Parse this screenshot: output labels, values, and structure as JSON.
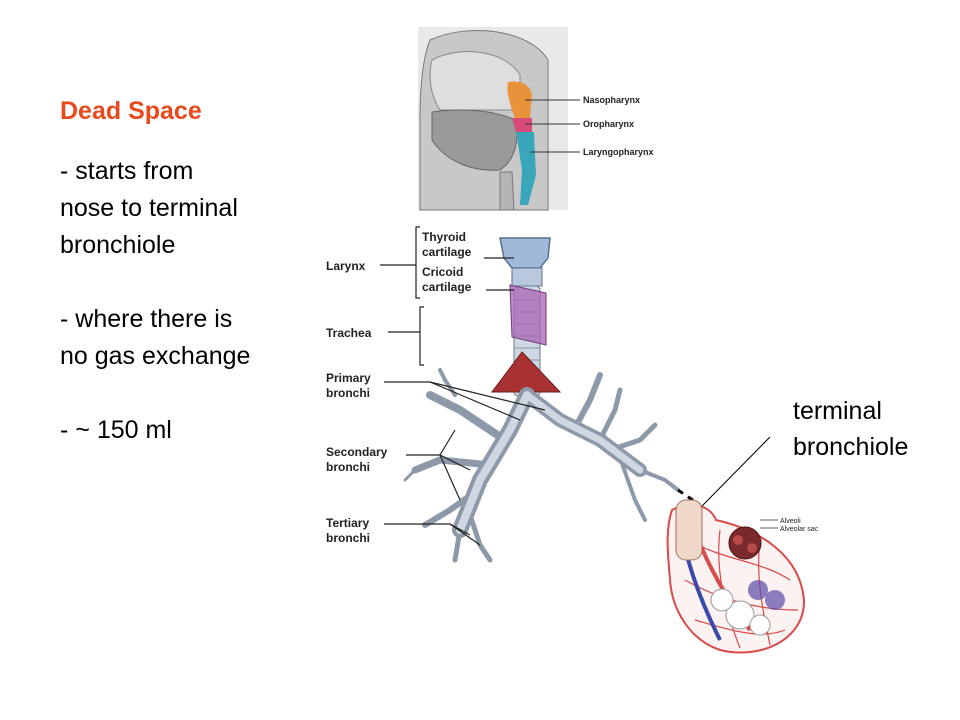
{
  "slide": {
    "title": "Dead Space",
    "bullets": [
      {
        "lines": [
          "- starts from",
          "nose to terminal",
          "bronchiole"
        ]
      },
      {
        "lines": [
          "- where there is",
          "no gas exchange"
        ]
      },
      {
        "lines": [
          "- ~ 150 ml"
        ]
      }
    ]
  },
  "callout": {
    "lines": [
      "terminal",
      "bronchiole"
    ]
  },
  "head_labels": {
    "nasopharynx": "Nasopharynx",
    "oropharynx": "Oropharynx",
    "laryngopharynx": "Laryngopharynx"
  },
  "airway_labels": {
    "larynx": "Larynx",
    "thyroid": [
      "Thyroid",
      "cartilage"
    ],
    "cricoid": [
      "Cricoid",
      "cartilage"
    ],
    "trachea": "Trachea",
    "primary": [
      "Primary",
      "bronchi"
    ],
    "secondary": [
      "Secondary",
      "bronchi"
    ],
    "tertiary": [
      "Tertiary",
      "bronchi"
    ]
  },
  "alveoli_labels": {
    "alveoli": "Alveoli",
    "sac": "Alveolar sac"
  },
  "colors": {
    "title": "#e8491d",
    "nasopharynx": "#e8923a",
    "oropharynx": "#d94a7a",
    "laryngopharynx": "#3aa6b9",
    "cartilage": "#a0b9d9",
    "cricoid": "#a864b4",
    "carina": "#a83232",
    "vessel_red": "#d94a4a",
    "vessel_blue": "#3a4aa8"
  }
}
